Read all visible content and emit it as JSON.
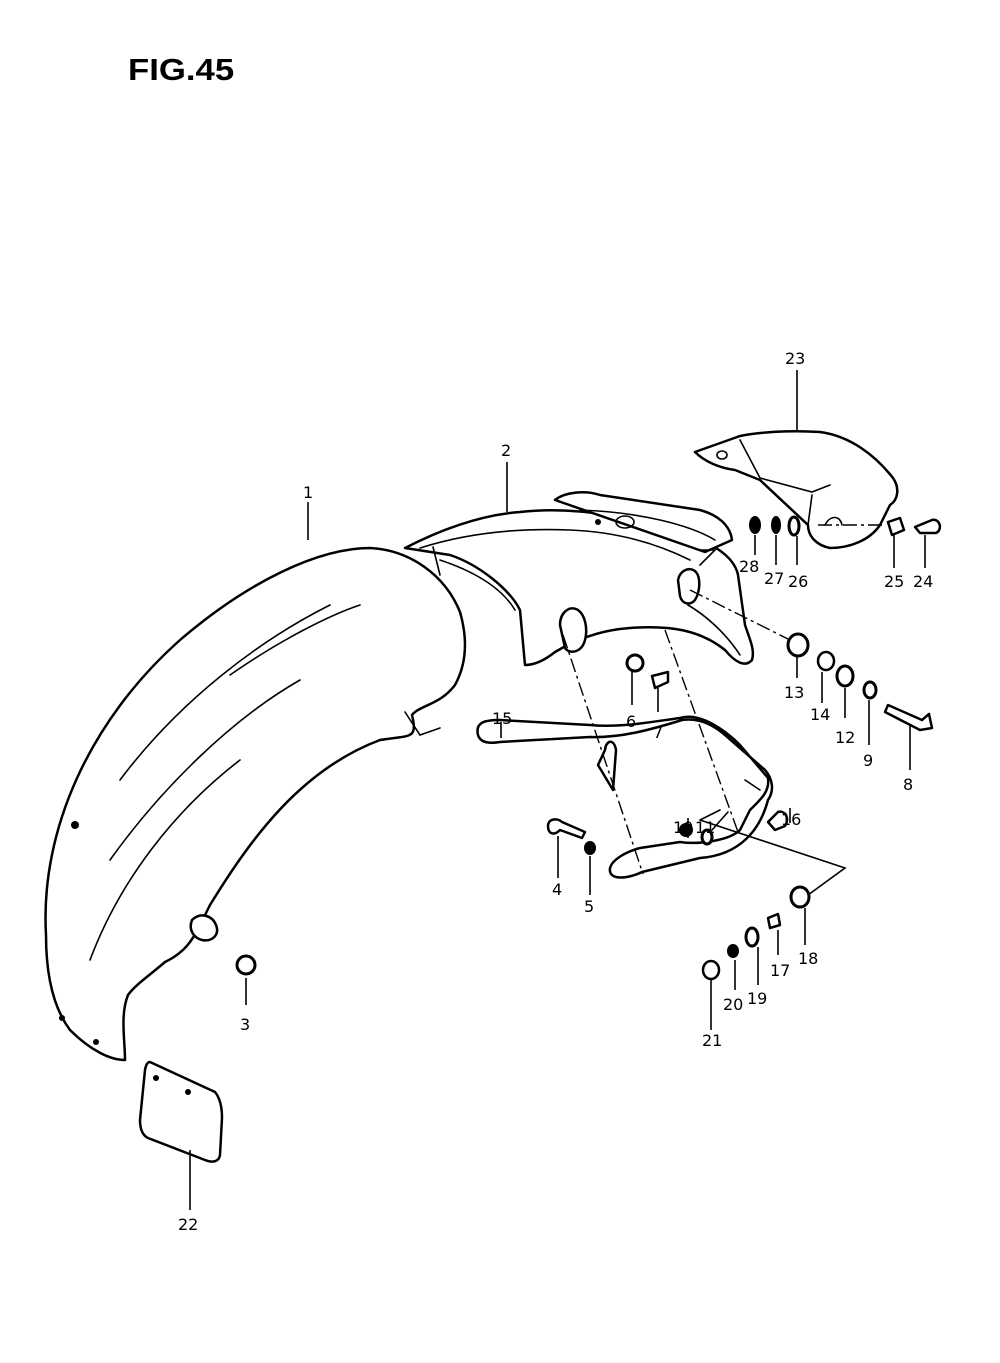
{
  "figure": {
    "title": "FIG.45"
  },
  "labels": [
    "1",
    "2",
    "3",
    "4",
    "5",
    "6",
    "7",
    "8",
    "9",
    "10",
    "11",
    "12",
    "13",
    "14",
    "15",
    "16",
    "17",
    "18",
    "19",
    "20",
    "21",
    "22",
    "23",
    "24",
    "25",
    "26",
    "27",
    "28"
  ]
}
